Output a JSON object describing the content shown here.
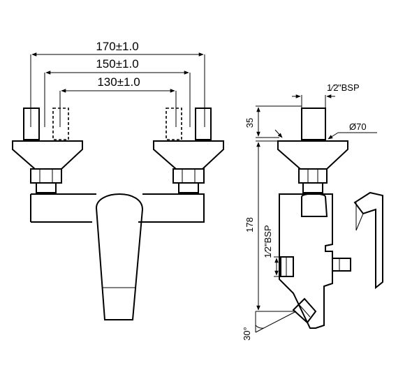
{
  "front_view": {
    "dim_outer": "170±1.0",
    "dim_middle": "150±1.0",
    "dim_inner": "130±1.0"
  },
  "side_view": {
    "bsp_top_half": "1⁄2",
    "bsp_top_suffix": "\"BSP",
    "dia": "Ø70",
    "dim_35": "35",
    "dim_178": "178",
    "bsp_side_label": "1⁄2\"BSP",
    "angle": "30°"
  }
}
